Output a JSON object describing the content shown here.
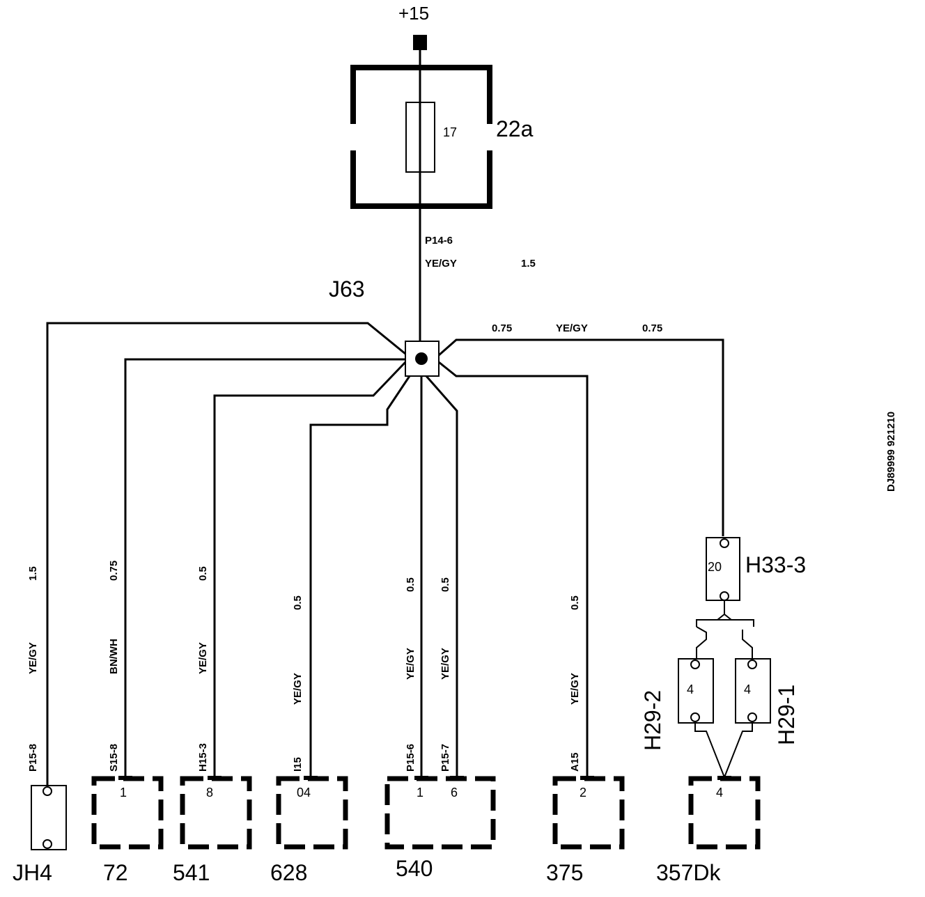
{
  "supply": {
    "label": "+15"
  },
  "fuse_box": {
    "id": "22a",
    "fuse_number": "17"
  },
  "feed_wire": {
    "pin": "P14-6",
    "color": "YE/GY",
    "size": "1.5"
  },
  "junction": {
    "id": "J63"
  },
  "branch_right": {
    "size_left": "0.75",
    "color": "YE/GY",
    "size_right": "0.75"
  },
  "wires": [
    {
      "size": "1.5",
      "color": "YE/GY",
      "pin": "P15-8"
    },
    {
      "size": "0.75",
      "color": "BN/WH",
      "pin": "S15-8"
    },
    {
      "size": "0.5",
      "color": "YE/GY",
      "pin": "H15-3"
    },
    {
      "size": "0.5",
      "color": "YE/GY",
      "pin": "I15"
    },
    {
      "size": "0.5",
      "color": "YE/GY",
      "pin": "P15-6"
    },
    {
      "size": "0.5",
      "color": "YE/GY",
      "pin": "P15-7"
    },
    {
      "size": "0.5",
      "color": "YE/GY",
      "pin": "A15"
    }
  ],
  "components": [
    {
      "id": "JH4"
    },
    {
      "id": "72",
      "pin": "1"
    },
    {
      "id": "541",
      "pin": "8"
    },
    {
      "id": "628",
      "pin": "04"
    },
    {
      "id": "540",
      "pin1": "1",
      "pin2": "6"
    },
    {
      "id": "375",
      "pin": "2"
    },
    {
      "id": "357Dk",
      "pin": "4"
    }
  ],
  "connectors": {
    "h33": {
      "id": "H33-3",
      "pin": "20"
    },
    "h29_2": {
      "id": "H29-2",
      "pin": "4"
    },
    "h29_1": {
      "id": "H29-1",
      "pin": "4"
    }
  },
  "drawing_ref": "DJ89999 921210"
}
